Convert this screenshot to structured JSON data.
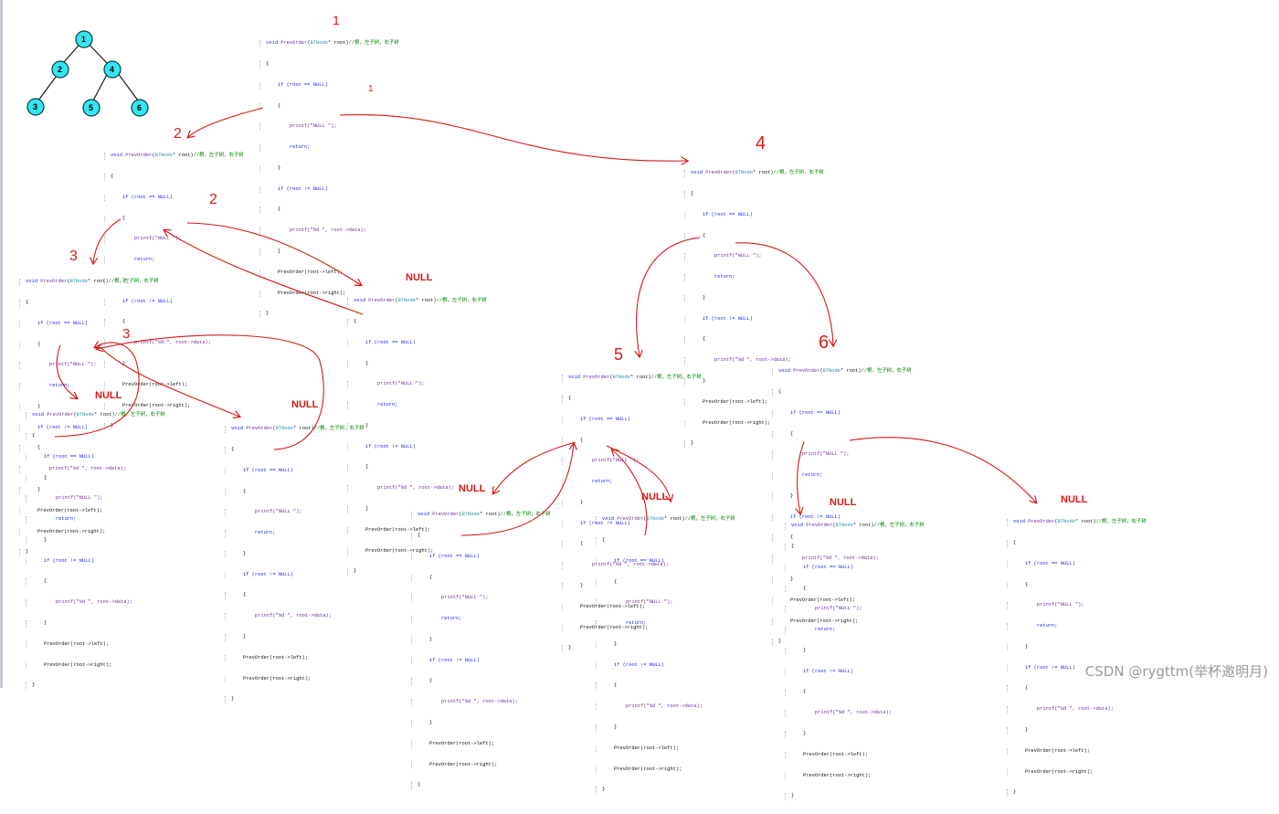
{
  "tree": {
    "nodes": [
      "1",
      "2",
      "4",
      "3",
      "5",
      "6"
    ]
  },
  "code_lines": [
    "void PrevOrder(BTNode* root)//根，左子树，右子树",
    "{",
    "    if (root == NULL)",
    "    {",
    "        printf(\"NULL \");",
    "        return;",
    "    }",
    "    if (root != NULL)",
    "    {",
    "        printf(\"%d \", root->data);",
    "    }",
    "    PrevOrder(root->left);",
    "    PrevOrder(root->right);",
    "}"
  ],
  "handwritten": {
    "step1": "1",
    "step1_mark": "1",
    "step2": "2",
    "step2_mark": "2",
    "step3": "3",
    "step3_mark": "3",
    "step4": "4",
    "step5": "5",
    "step6": "6"
  },
  "null_label": "NULL",
  "watermark": "CSDN @rygttm(举杯邀明月)",
  "accent_color": "#d81818",
  "node_color": "#33e6f0"
}
